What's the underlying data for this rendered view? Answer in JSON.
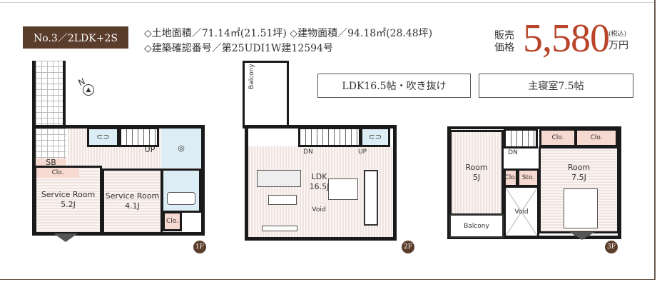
{
  "header": {
    "plan_label": "No.3／2LDK+2S",
    "spec_line1": "◇土地面積／71.14㎡(21.51坪) ◇建物面積／94.18㎡(28.48坪)",
    "spec_line2": "◇建築確認番号／第25UDI1W建12594号",
    "price_prefix_1": "販売",
    "price_prefix_2": "価格",
    "price": "5,580",
    "price_tax": "(税込)",
    "price_unit": "万円",
    "colors": {
      "label_bg": "#5b3d2c",
      "price": "#b8452a"
    }
  },
  "features": [
    "LDK16.5帖・吹き抜け",
    "主寝室7.5帖"
  ],
  "floor1": {
    "badge": "1F",
    "compass": "N",
    "sb": "SB",
    "clo1": "Clo.",
    "room1": {
      "name": "Service Room",
      "size": "5.2J"
    },
    "room2": {
      "name": "Service Room",
      "size": "4.1J"
    },
    "clo2": "Clo.",
    "up": "UP"
  },
  "floor2": {
    "badge": "2F",
    "balcony": "Balcony",
    "dn": "DN",
    "up": "UP",
    "ldk": {
      "name": "LDK",
      "size": "16.5J"
    },
    "void": "Void"
  },
  "floor3": {
    "badge": "3F",
    "room1": {
      "name": "Room",
      "size": "5J"
    },
    "balcony": "Balcony",
    "dn": "DN",
    "clo1": "Clo.",
    "clo2": "Clo.",
    "clo3": "Clo.",
    "sto": "Sto.",
    "void": "Void",
    "room2": {
      "name": "Room",
      "size": "7.5J"
    }
  }
}
